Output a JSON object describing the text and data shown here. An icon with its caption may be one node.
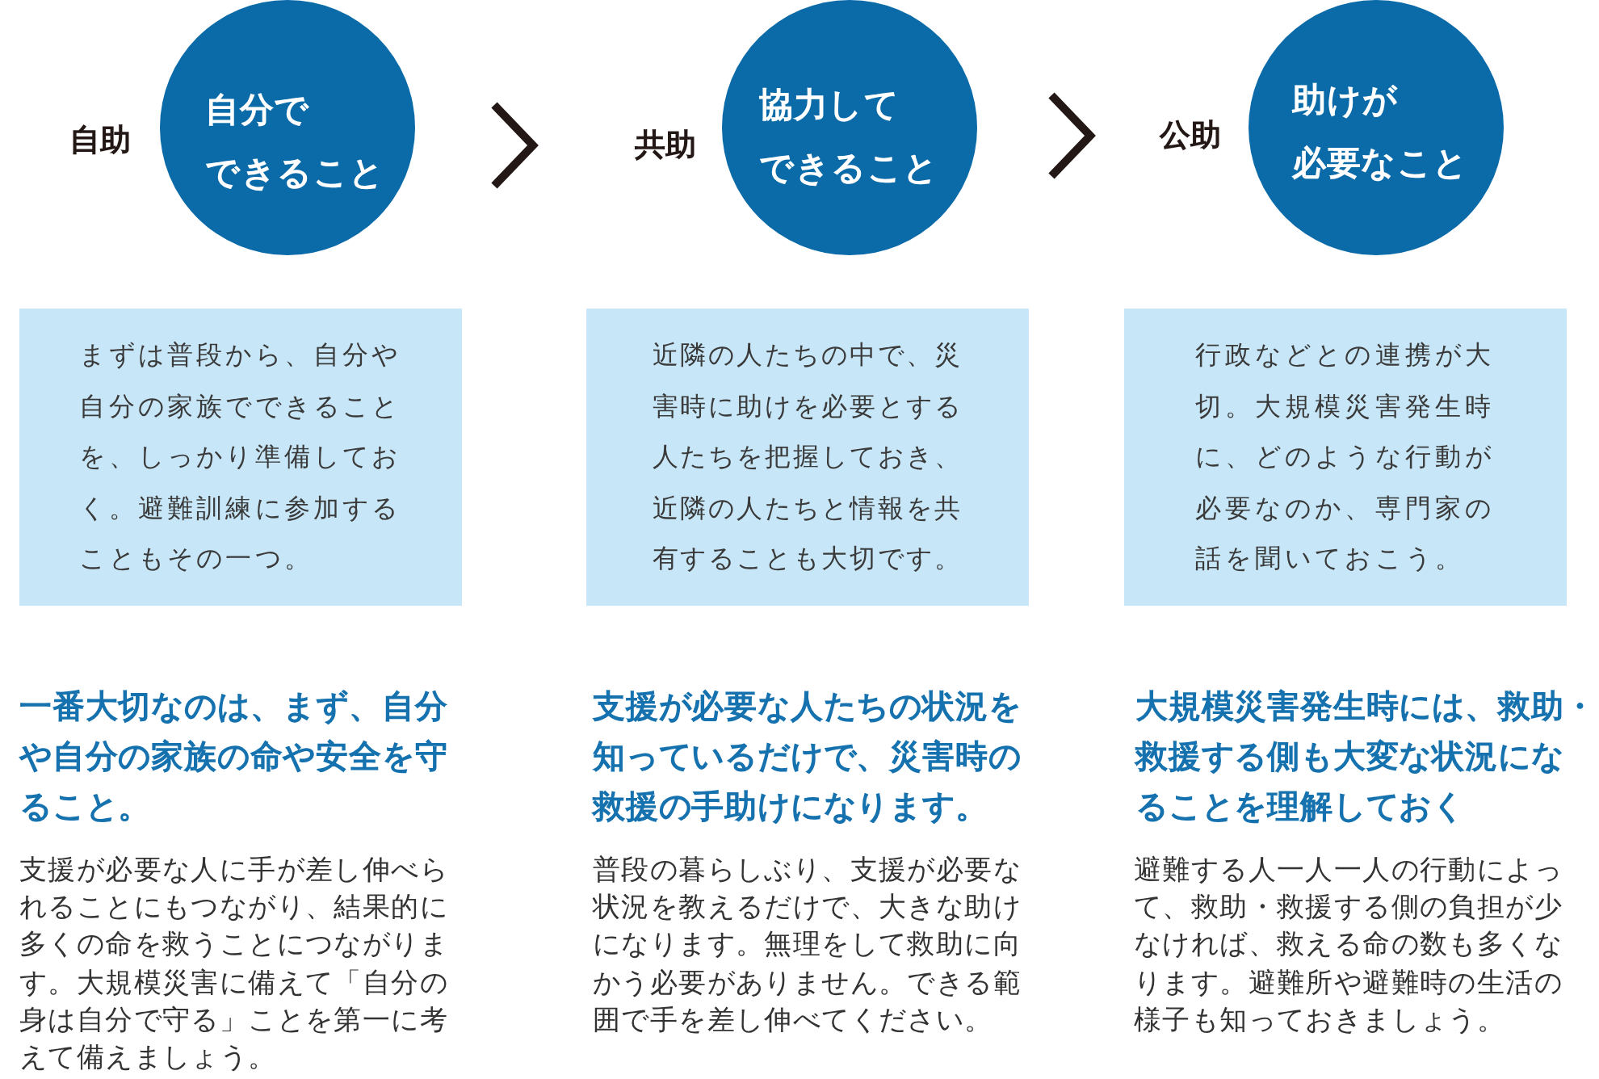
{
  "diagram": {
    "nodes": [
      {
        "text": [
          "自助",
          "自分でできること"
        ]
      },
      {
        "text": [
          "共助",
          "協力してできること"
        ]
      },
      {
        "text": [
          "公助",
          "助けが必要なこと"
        ]
      },
      {
        "text": [
          "まずは普段から、自分や自分の家族でできることを、しっかり準備しておく。避難訓練に参加することもその一つ。"
        ]
      },
      {
        "text": [
          "近隣の人たちの中で、災害時に助けを必要とする人たちを把握しておき、近隣の人たちと情報を共有することも大切です。"
        ]
      },
      {
        "text": [
          "行政などとの連携が大切。大規模災害発生時に、どのような行動が必要なのか、専門家の話を聞いておこう。"
        ]
      }
    ],
    "edges": [
      {
        "from": 0,
        "to": 1,
        "arrow": "to"
      },
      {
        "from": 1,
        "to": 2,
        "arrow": "to"
      }
    ],
    "labels": [
      "一番大切なのは、まず、自分や自分の家族の命や安全を守ること。",
      "支援が必要な人に手が差し伸べられることにもつながり、結果的に多くの命を救うことにつながります。大規模災害に備えて「自分の身は自分で守る」ことを第一に考えて備えましょう。",
      "支援が必要な人たちの状況を知っているだけで、災害時の救援の手助けになります。",
      "普段の暮らしぶり、支援が必要な状況を教えるだけで、大きな助けになります。無理をして救助に向かう必要がありません。できる範囲で手を差し伸べてください。",
      "大規模災害発生時には、救助・救援する側も大変な状況になることを理解しておく",
      "避難する人一人一人の行動によって、救助・救援する側の負担が少なければ、救える命の数も多くなります。避難所や避難時の生活の様子も知っておきましょう。"
    ]
  }
}
